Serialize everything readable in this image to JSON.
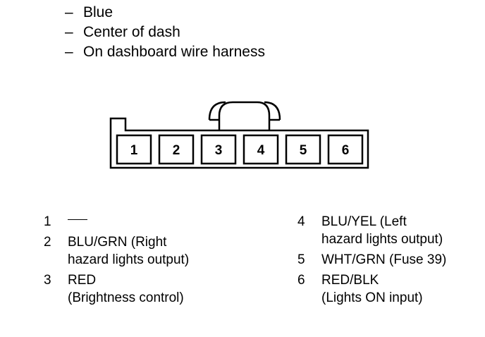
{
  "notes": [
    "Blue",
    "Center of dash",
    "On dashboard wire harness"
  ],
  "connector": {
    "pins": [
      "1",
      "2",
      "3",
      "4",
      "5",
      "6"
    ]
  },
  "legend_left": [
    {
      "num": "1",
      "line1": "",
      "line2": "",
      "blank": true
    },
    {
      "num": "2",
      "line1": "BLU/GRN (Right",
      "line2": "hazard lights output)"
    },
    {
      "num": "3",
      "line1": "RED",
      "line2": "(Brightness control)"
    }
  ],
  "legend_right": [
    {
      "num": "4",
      "line1": "BLU/YEL (Left",
      "line2": "hazard lights output)"
    },
    {
      "num": "5",
      "line1": "WHT/GRN (Fuse 39)",
      "line2": ""
    },
    {
      "num": "6",
      "line1": "RED/BLK",
      "line2": "(Lights ON input)"
    }
  ]
}
